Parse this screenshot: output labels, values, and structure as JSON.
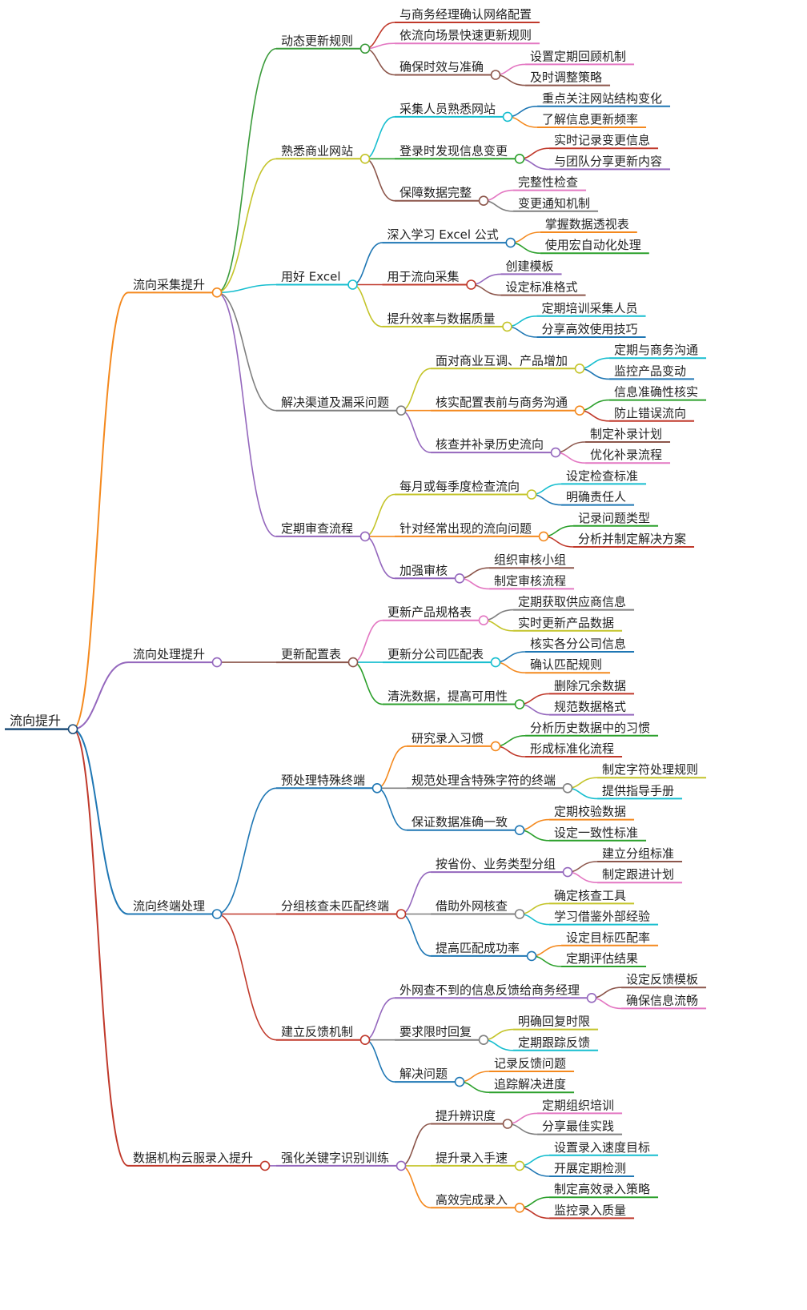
{
  "root": {
    "label": "流向提升",
    "color": "#1f4e79",
    "children": [
      {
        "label": "流向采集提升",
        "color": "#f4891e",
        "children": [
          {
            "label": "动态更新规则",
            "color": "#3a9b3a",
            "children": [
              {
                "label": "与商务经理确认网络配置",
                "color": "#c0392b",
                "children": []
              },
              {
                "label": "依流向场景快速更新规则",
                "color": "#e377c2",
                "children": []
              },
              {
                "label": "确保时效与准确",
                "color": "#8c564b",
                "children": [
                  {
                    "label": "设置定期回顾机制",
                    "color": "#e377c2",
                    "children": []
                  },
                  {
                    "label": "及时调整策略",
                    "color": "#8c564b",
                    "children": []
                  }
                ]
              }
            ]
          },
          {
            "label": "熟悉商业网站",
            "color": "#c4c42a",
            "children": [
              {
                "label": "采集人员熟悉网站",
                "color": "#17becf",
                "children": [
                  {
                    "label": "重点关注网站结构变化",
                    "color": "#1f77b4",
                    "children": []
                  },
                  {
                    "label": "了解信息更新频率",
                    "color": "#f4891e",
                    "children": []
                  }
                ]
              },
              {
                "label": "登录时发现信息变更",
                "color": "#2ca02c",
                "children": [
                  {
                    "label": "实时记录变更信息",
                    "color": "#c0392b",
                    "children": []
                  },
                  {
                    "label": "与团队分享更新内容",
                    "color": "#9467bd",
                    "children": []
                  }
                ]
              },
              {
                "label": "保障数据完整",
                "color": "#8c564b",
                "children": [
                  {
                    "label": "完整性检查",
                    "color": "#e377c2",
                    "children": []
                  },
                  {
                    "label": "变更通知机制",
                    "color": "#7f7f7f",
                    "children": []
                  }
                ]
              }
            ]
          },
          {
            "label": "用好 Excel",
            "color": "#17becf",
            "children": [
              {
                "label": "深入学习 Excel 公式",
                "color": "#1f77b4",
                "children": [
                  {
                    "label": "掌握数据透视表",
                    "color": "#f4891e",
                    "children": []
                  },
                  {
                    "label": "使用宏自动化处理",
                    "color": "#2ca02c",
                    "children": []
                  }
                ]
              },
              {
                "label": "用于流向采集",
                "color": "#c0392b",
                "children": [
                  {
                    "label": "创建模板",
                    "color": "#9467bd",
                    "children": []
                  },
                  {
                    "label": "设定标准格式",
                    "color": "#8c564b",
                    "children": []
                  }
                ]
              },
              {
                "label": "提升效率与数据质量",
                "color": "#c4c42a",
                "children": [
                  {
                    "label": "定期培训采集人员",
                    "color": "#17becf",
                    "children": []
                  },
                  {
                    "label": "分享高效使用技巧",
                    "color": "#1f77b4",
                    "children": []
                  }
                ]
              }
            ]
          },
          {
            "label": "解决渠道及漏采问题",
            "color": "#7f7f7f",
            "children": [
              {
                "label": "面对商业互调、产品增加",
                "color": "#c4c42a",
                "children": [
                  {
                    "label": "定期与商务沟通",
                    "color": "#17becf",
                    "children": []
                  },
                  {
                    "label": "监控产品变动",
                    "color": "#1f77b4",
                    "children": []
                  }
                ]
              },
              {
                "label": "核实配置表前与商务沟通",
                "color": "#f4891e",
                "children": [
                  {
                    "label": "信息准确性核实",
                    "color": "#2ca02c",
                    "children": []
                  },
                  {
                    "label": "防止错误流向",
                    "color": "#c0392b",
                    "children": []
                  }
                ]
              },
              {
                "label": "核查并补录历史流向",
                "color": "#9467bd",
                "children": [
                  {
                    "label": "制定补录计划",
                    "color": "#8c564b",
                    "children": []
                  },
                  {
                    "label": "优化补录流程",
                    "color": "#e377c2",
                    "children": []
                  }
                ]
              }
            ]
          },
          {
            "label": "定期审查流程",
            "color": "#9467bd",
            "children": [
              {
                "label": "每月或每季度检查流向",
                "color": "#c4c42a",
                "children": [
                  {
                    "label": "设定检查标准",
                    "color": "#17becf",
                    "children": []
                  },
                  {
                    "label": "明确责任人",
                    "color": "#1f77b4",
                    "children": []
                  }
                ]
              },
              {
                "label": "针对经常出现的流向问题",
                "color": "#f4891e",
                "children": [
                  {
                    "label": "记录问题类型",
                    "color": "#2ca02c",
                    "children": []
                  },
                  {
                    "label": "分析并制定解决方案",
                    "color": "#c0392b",
                    "children": []
                  }
                ]
              },
              {
                "label": "加强审核",
                "color": "#9467bd",
                "children": [
                  {
                    "label": "组织审核小组",
                    "color": "#8c564b",
                    "children": []
                  },
                  {
                    "label": "制定审核流程",
                    "color": "#e377c2",
                    "children": []
                  }
                ]
              }
            ]
          }
        ]
      },
      {
        "label": "流向处理提升",
        "color": "#9467bd",
        "children": [
          {
            "label": "更新配置表",
            "color": "#8c564b",
            "children": [
              {
                "label": "更新产品规格表",
                "color": "#e377c2",
                "children": [
                  {
                    "label": "定期获取供应商信息",
                    "color": "#7f7f7f",
                    "children": []
                  },
                  {
                    "label": "实时更新产品数据",
                    "color": "#c4c42a",
                    "children": []
                  }
                ]
              },
              {
                "label": "更新分公司匹配表",
                "color": "#17becf",
                "children": [
                  {
                    "label": "核实各分公司信息",
                    "color": "#1f77b4",
                    "children": []
                  },
                  {
                    "label": "确认匹配规则",
                    "color": "#f4891e",
                    "children": []
                  }
                ]
              },
              {
                "label": "清洗数据，提高可用性",
                "color": "#2ca02c",
                "children": [
                  {
                    "label": "删除冗余数据",
                    "color": "#c0392b",
                    "children": []
                  },
                  {
                    "label": "规范数据格式",
                    "color": "#9467bd",
                    "children": []
                  }
                ]
              }
            ]
          }
        ]
      },
      {
        "label": "流向终端处理",
        "color": "#1f77b4",
        "children": [
          {
            "label": "预处理特殊终端",
            "color": "#1f77b4",
            "children": [
              {
                "label": "研究录入习惯",
                "color": "#f4891e",
                "children": [
                  {
                    "label": "分析历史数据中的习惯",
                    "color": "#2ca02c",
                    "children": []
                  },
                  {
                    "label": "形成标准化流程",
                    "color": "#c0392b",
                    "children": []
                  }
                ]
              },
              {
                "label": "规范处理含特殊字符的终端",
                "color": "#7f7f7f",
                "children": [
                  {
                    "label": "制定字符处理规则",
                    "color": "#c4c42a",
                    "children": []
                  },
                  {
                    "label": "提供指导手册",
                    "color": "#17becf",
                    "children": []
                  }
                ]
              },
              {
                "label": "保证数据准确一致",
                "color": "#1f77b4",
                "children": [
                  {
                    "label": "定期校验数据",
                    "color": "#f4891e",
                    "children": []
                  },
                  {
                    "label": "设定一致性标准",
                    "color": "#2ca02c",
                    "children": []
                  }
                ]
              }
            ]
          },
          {
            "label": "分组核查未匹配终端",
            "color": "#c0392b",
            "children": [
              {
                "label": "按省份、业务类型分组",
                "color": "#9467bd",
                "children": [
                  {
                    "label": "建立分组标准",
                    "color": "#8c564b",
                    "children": []
                  },
                  {
                    "label": "制定跟进计划",
                    "color": "#e377c2",
                    "children": []
                  }
                ]
              },
              {
                "label": "借助外网核查",
                "color": "#7f7f7f",
                "children": [
                  {
                    "label": "确定核查工具",
                    "color": "#c4c42a",
                    "children": []
                  },
                  {
                    "label": "学习借鉴外部经验",
                    "color": "#17becf",
                    "children": []
                  }
                ]
              },
              {
                "label": "提高匹配成功率",
                "color": "#1f77b4",
                "children": [
                  {
                    "label": "设定目标匹配率",
                    "color": "#f4891e",
                    "children": []
                  },
                  {
                    "label": "定期评估结果",
                    "color": "#2ca02c",
                    "children": []
                  }
                ]
              }
            ]
          },
          {
            "label": "建立反馈机制",
            "color": "#c0392b",
            "children": [
              {
                "label": "外网查不到的信息反馈给商务经理",
                "color": "#9467bd",
                "children": [
                  {
                    "label": "设定反馈模板",
                    "color": "#8c564b",
                    "children": []
                  },
                  {
                    "label": "确保信息流畅",
                    "color": "#e377c2",
                    "children": []
                  }
                ]
              },
              {
                "label": "要求限时回复",
                "color": "#7f7f7f",
                "children": [
                  {
                    "label": "明确回复时限",
                    "color": "#c4c42a",
                    "children": []
                  },
                  {
                    "label": "定期跟踪反馈",
                    "color": "#17becf",
                    "children": []
                  }
                ]
              },
              {
                "label": "解决问题",
                "color": "#1f77b4",
                "children": [
                  {
                    "label": "记录反馈问题",
                    "color": "#f4891e",
                    "children": []
                  },
                  {
                    "label": "追踪解决进度",
                    "color": "#2ca02c",
                    "children": []
                  }
                ]
              }
            ]
          }
        ]
      },
      {
        "label": "数据机构云服录入提升",
        "color": "#c0392b",
        "children": [
          {
            "label": "强化关键字识别训练",
            "color": "#9467bd",
            "children": [
              {
                "label": "提升辨识度",
                "color": "#8c564b",
                "children": [
                  {
                    "label": "定期组织培训",
                    "color": "#e377c2",
                    "children": []
                  },
                  {
                    "label": "分享最佳实践",
                    "color": "#7f7f7f",
                    "children": []
                  }
                ]
              },
              {
                "label": "提升录入手速",
                "color": "#c4c42a",
                "children": [
                  {
                    "label": "设置录入速度目标",
                    "color": "#17becf",
                    "children": []
                  },
                  {
                    "label": "开展定期检测",
                    "color": "#1f77b4",
                    "children": []
                  }
                ]
              },
              {
                "label": "高效完成录入",
                "color": "#f4891e",
                "children": [
                  {
                    "label": "制定高效录入策略",
                    "color": "#2ca02c",
                    "children": []
                  },
                  {
                    "label": "监控录入质量",
                    "color": "#c0392b",
                    "children": []
                  }
                ]
              }
            ]
          }
        ]
      }
    ]
  }
}
